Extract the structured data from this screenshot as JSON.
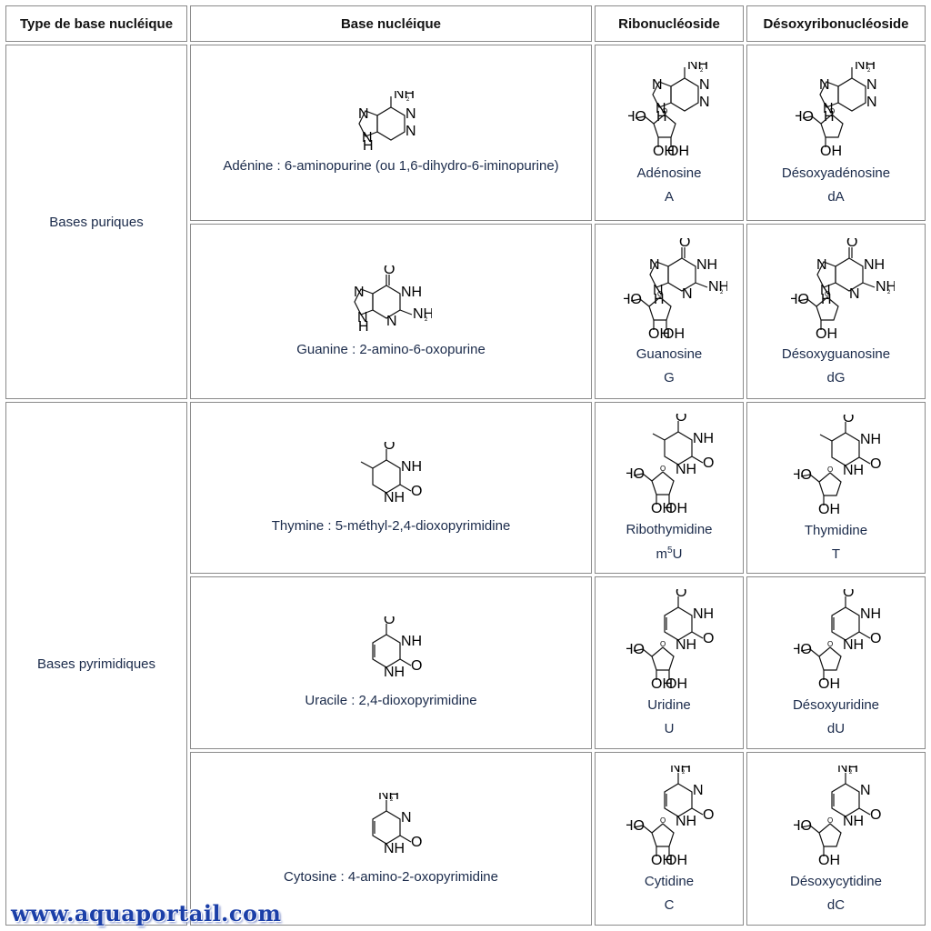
{
  "table": {
    "headers": [
      "Type de base nucléique",
      "Base nucléique",
      "Ribonucléoside",
      "Désoxyribonucléoside"
    ],
    "groups": [
      "Bases puriques",
      "Bases pyrimidiques"
    ],
    "rows": [
      {
        "base": "Adénine : 6-aminopurine (ou 1,6-dihydro-6-iminopurine)",
        "ribo": "Adénosine",
        "ribo_abbr": "A",
        "deoxy": "Désoxyadénosine",
        "deoxy_abbr": "dA"
      },
      {
        "base": "Guanine : 2-amino-6-oxopurine",
        "ribo": "Guanosine",
        "ribo_abbr": "G",
        "deoxy": "Désoxyguanosine",
        "deoxy_abbr": "dG"
      },
      {
        "base": "Thymine : 5-méthyl-2,4-dioxopyrimidine",
        "ribo": "Ribothymidine",
        "ribo_abbr_base": "m",
        "ribo_abbr_sup": "5",
        "ribo_abbr_tail": "U",
        "deoxy": "Thymidine",
        "deoxy_abbr": "T"
      },
      {
        "base": "Uracile : 2,4-dioxopyrimidine",
        "ribo": "Uridine",
        "ribo_abbr": "U",
        "deoxy": "Désoxyuridine",
        "deoxy_abbr": "dU"
      },
      {
        "base": "Cytosine : 4-amino-2-oxopyrimidine",
        "ribo": "Cytidine",
        "ribo_abbr": "C",
        "deoxy": "Désoxycytidine",
        "deoxy_abbr": "dC"
      }
    ]
  },
  "molecule_labels": {
    "nh2": "NH₂",
    "nh": "NH",
    "n": "N",
    "h": "H",
    "o": "O",
    "ho": "HO",
    "oh": "OH",
    "ohoh": "OHOH"
  },
  "watermark": "www.aquaportail.com"
}
